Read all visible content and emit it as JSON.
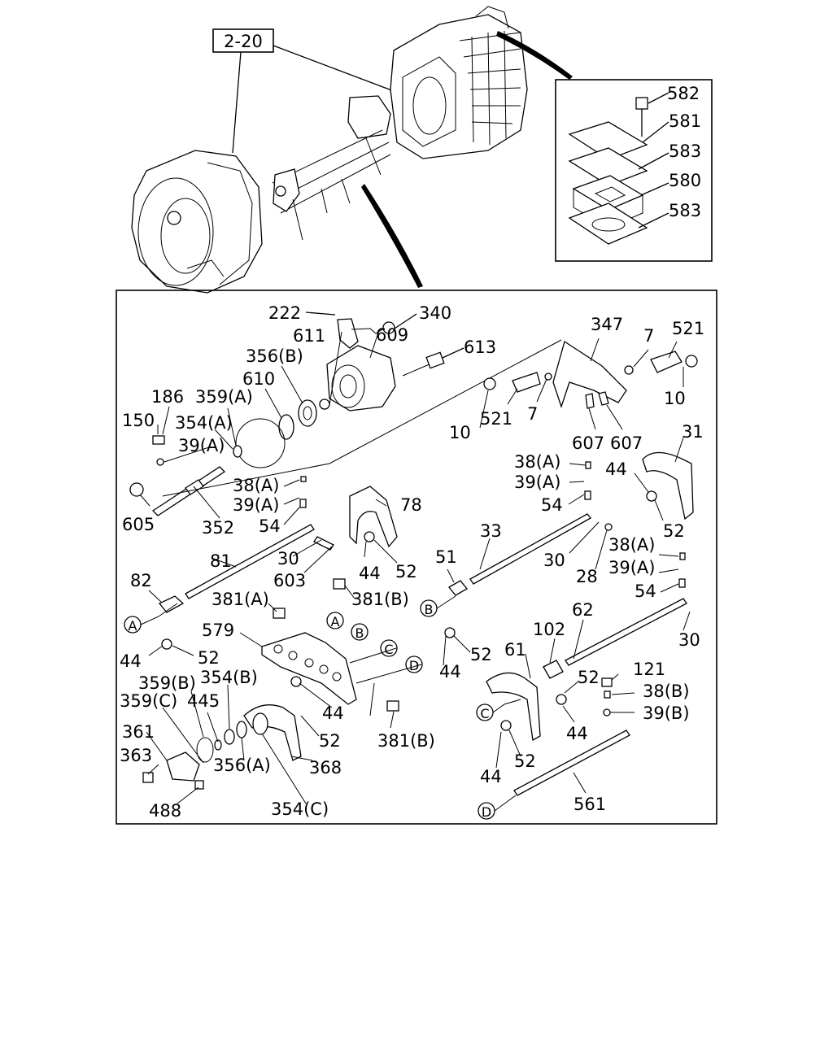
{
  "reference": "2-20",
  "inset_labels": [
    "582",
    "581",
    "583",
    "580",
    "583"
  ],
  "callouts": [
    "A",
    "B",
    "C",
    "D"
  ],
  "parts": {
    "p222": "222",
    "p340": "340",
    "p611": "611",
    "p609": "609",
    "p613": "613",
    "p347": "347",
    "p7a": "7",
    "p521a": "521",
    "p356b": "356(B)",
    "p610": "610",
    "p186": "186",
    "p359a": "359(A)",
    "p10a": "10",
    "p521b": "521",
    "p7b": "7",
    "p10b": "10",
    "p150": "150",
    "p354a": "354(A)",
    "p39a1": "39(A)",
    "p607a": "607",
    "p607b": "607",
    "p31": "31",
    "p38a1": "38(A)",
    "p38a2": "38(A)",
    "p39a2": "39(A)",
    "p44a": "44",
    "p39a3": "39(A)",
    "p78": "78",
    "p605": "605",
    "p352": "352",
    "p54a": "54",
    "p54b": "54",
    "p52a": "52",
    "p33": "33",
    "p81": "81",
    "p30a": "30",
    "p44b": "44",
    "p52b": "52",
    "p51": "51",
    "p30b": "30",
    "p38a3": "38(A)",
    "p603": "603",
    "p28": "28",
    "p39a4": "39(A)",
    "p82": "82",
    "p54c": "54",
    "p381a": "381(A)",
    "p381b1": "381(B)",
    "p62": "62",
    "p30c": "30",
    "p579": "579",
    "p102": "102",
    "p44c": "44",
    "p52c": "52",
    "p52d": "52",
    "p44d": "44",
    "p61": "61",
    "p359b": "359(B)",
    "p354b": "354(B)",
    "p52e": "52",
    "p121": "121",
    "p359c": "359(C)",
    "p445": "445",
    "p44e": "44",
    "p38b": "38(B)",
    "p361": "361",
    "p39b": "39(B)",
    "p52f": "52",
    "p381b2": "381(B)",
    "p44f": "44",
    "p363": "363",
    "p356a": "356(A)",
    "p368": "368",
    "p52g": "52",
    "p44g": "44",
    "p561": "561",
    "p488": "488",
    "p354c": "354(C)"
  }
}
